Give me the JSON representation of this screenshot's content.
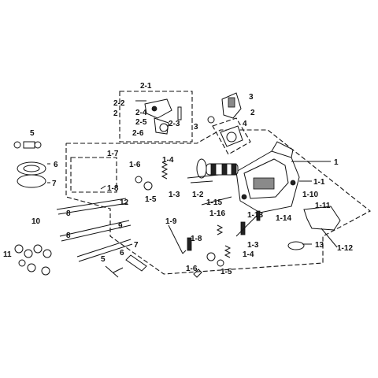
{
  "callouts": {
    "l1": "1",
    "l1_1": "1-1",
    "l1_2": "1-2",
    "l1_3": "1-3",
    "l1_4": "1-4",
    "l1_5": "1-5",
    "l1_6": "1-6",
    "l1_7": "1-7",
    "l1_8": "1-8",
    "l1_9": "1-9",
    "l1_10": "1-10",
    "l1_11": "1-11",
    "l1_12": "1-12",
    "l1_13": "1-13",
    "l1_14": "1-14",
    "l1_15": "1-15",
    "l1_16": "1-16",
    "l2": "2",
    "l2_1": "2-1",
    "l2_2": "2-2",
    "l2_3": "2-3",
    "l2_4": "2-4",
    "l2_5": "2-5",
    "l2_6": "2-6",
    "l3": "3",
    "l4": "4",
    "l5": "5",
    "l6": "6",
    "l7": "7",
    "l8": "8",
    "l9": "9",
    "l10": "10",
    "l11": "11",
    "l12": "12",
    "l13": "13"
  }
}
